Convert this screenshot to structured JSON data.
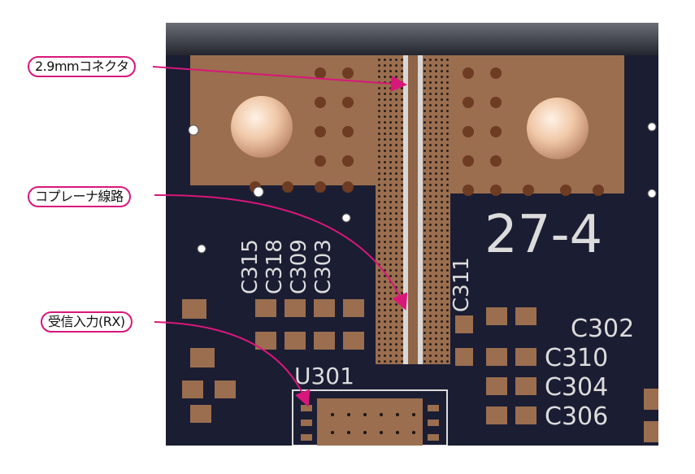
{
  "callouts": [
    {
      "id": "connector",
      "label": "2.9mmコネクタ"
    },
    {
      "id": "coplanar",
      "label": "コプレーナ線路"
    },
    {
      "id": "rx",
      "label": "受信入力(RX)"
    }
  ],
  "pcb_silkscreen": {
    "part_number": "27-4",
    "rotated_refs": [
      "C315",
      "C318",
      "C309",
      "C303",
      "C311"
    ],
    "right_refs": [
      "C302",
      "C310",
      "C304",
      "C306"
    ],
    "chip_ref": "U301"
  },
  "colors": {
    "callout_accent": "#d8177a",
    "board": "#1b1d33",
    "copper": "#9a6e4e",
    "silkscreen": "#dcdcdc"
  }
}
